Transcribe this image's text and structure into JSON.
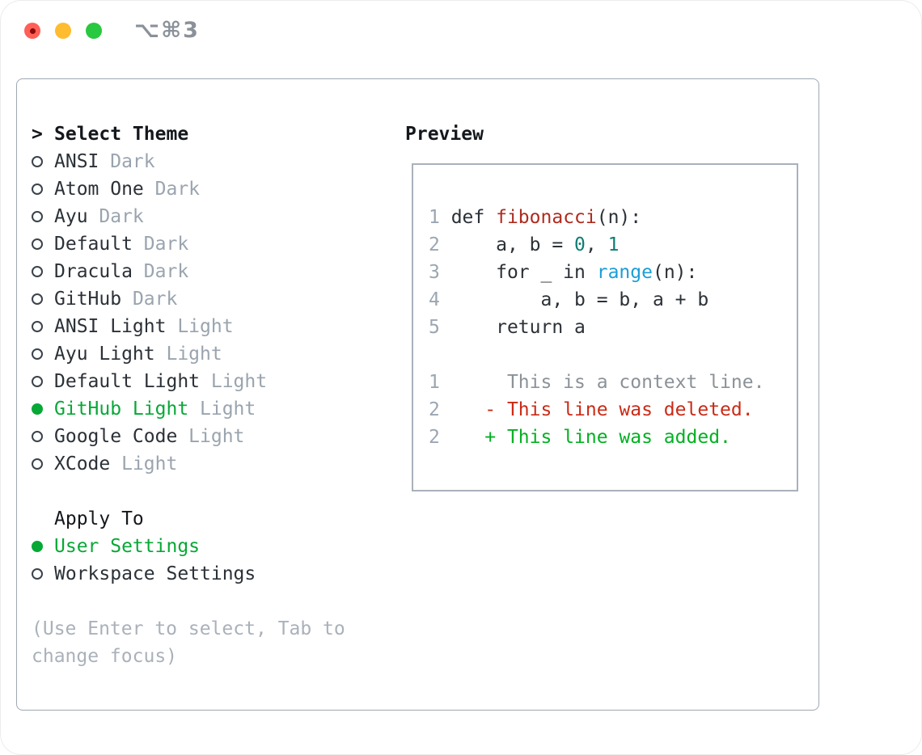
{
  "window": {
    "title": "⌥⌘3"
  },
  "colors": {
    "ink": "#2b3137",
    "head": "#14181c",
    "tag": "#9aa4af",
    "hint": "#aab1ba",
    "gutter": "#9ba6b2",
    "ctx": "#8b9298",
    "func": "#af2b1e",
    "numlit": "#0e7d72",
    "builtin": "#1b9ed8",
    "del": "#cb2a16",
    "add": "#02b122",
    "sel": "#07a836",
    "panelborder": "#9fa8b2",
    "previewborder": "#a9b1bb",
    "titlegray": "#8a9199",
    "tlred": "#ff5f57",
    "tlreddot": "#870d06",
    "tlyellow": "#febc2e",
    "tlgreen": "#28c840"
  },
  "theme_picker": {
    "prompt": ">",
    "header": "Select Theme",
    "themes": [
      {
        "name": "ANSI",
        "tag": "Dark",
        "selected": false
      },
      {
        "name": "Atom One",
        "tag": "Dark",
        "selected": false
      },
      {
        "name": "Ayu",
        "tag": "Dark",
        "selected": false
      },
      {
        "name": "Default",
        "tag": "Dark",
        "selected": false
      },
      {
        "name": "Dracula",
        "tag": "Dark",
        "selected": false
      },
      {
        "name": "GitHub",
        "tag": "Dark",
        "selected": false
      },
      {
        "name": "ANSI Light",
        "tag": "Light",
        "selected": false
      },
      {
        "name": "Ayu Light",
        "tag": "Light",
        "selected": false
      },
      {
        "name": "Default Light",
        "tag": "Light",
        "selected": false
      },
      {
        "name": "GitHub Light",
        "tag": "Light",
        "selected": true
      },
      {
        "name": "Google Code",
        "tag": "Light",
        "selected": false
      },
      {
        "name": "XCode",
        "tag": "Light",
        "selected": false
      }
    ],
    "apply_header": "Apply To",
    "apply_options": [
      {
        "name": "User Settings",
        "selected": true
      },
      {
        "name": "Workspace Settings",
        "selected": false
      }
    ],
    "hint_lines": [
      "(Use Enter to select, Tab to",
      "change focus)"
    ]
  },
  "preview": {
    "title": "Preview",
    "lines": [
      {
        "num": "1",
        "tokens": [
          {
            "text": " def "
          },
          {
            "text": "fibonacci"
          },
          {
            "text": "(n):"
          }
        ]
      },
      {
        "num": "2",
        "tokens": [
          {
            "text": "     a, b = "
          },
          {
            "text": "0"
          },
          {
            "text": ", "
          },
          {
            "text": "1"
          }
        ]
      },
      {
        "num": "3",
        "tokens": [
          {
            "text": "     for _ in "
          },
          {
            "text": "range"
          },
          {
            "text": "(n):"
          }
        ]
      },
      {
        "num": "4",
        "tokens": [
          {
            "text": "         a, b = b, a + b"
          }
        ]
      },
      {
        "num": "5",
        "tokens": [
          {
            "text": "     return a"
          }
        ]
      },
      {
        "num": "",
        "tokens": []
      },
      {
        "num": "1",
        "tokens": [
          {
            "text": "      This is a context line."
          }
        ]
      },
      {
        "num": "2",
        "tokens": [
          {
            "text": "    - This line was deleted."
          }
        ]
      },
      {
        "num": "2",
        "tokens": [
          {
            "text": "    + This line was added."
          }
        ]
      }
    ]
  }
}
